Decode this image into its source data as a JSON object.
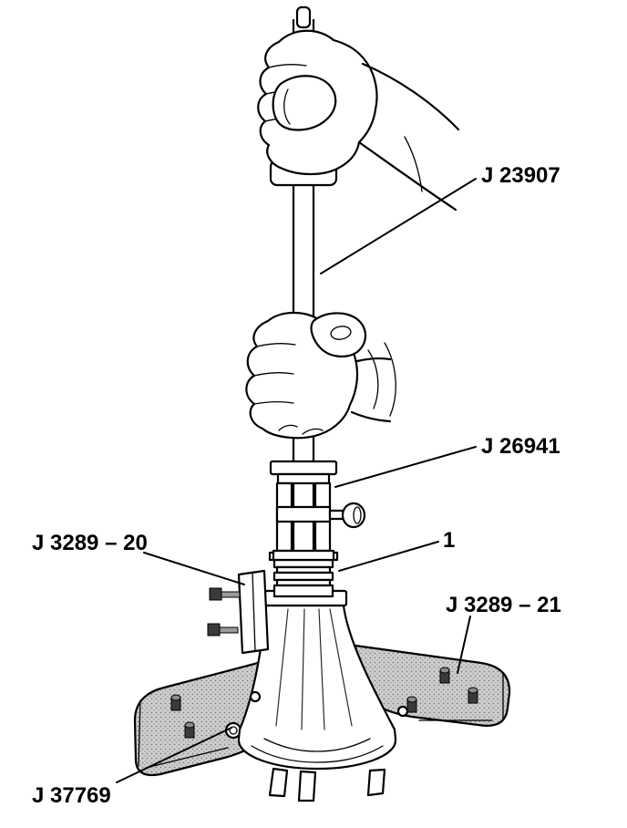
{
  "figure": {
    "background": "#ffffff",
    "ink_color": "#000000",
    "base_fill_color": "#cfcfcf",
    "labels": {
      "driver_handle": "J 23907",
      "installer": "J 26941",
      "fixture_left": "J 3289 – 20",
      "component_callout": "1",
      "fixture_right": "J 3289 – 21",
      "fixture_base": "J 37769"
    }
  }
}
